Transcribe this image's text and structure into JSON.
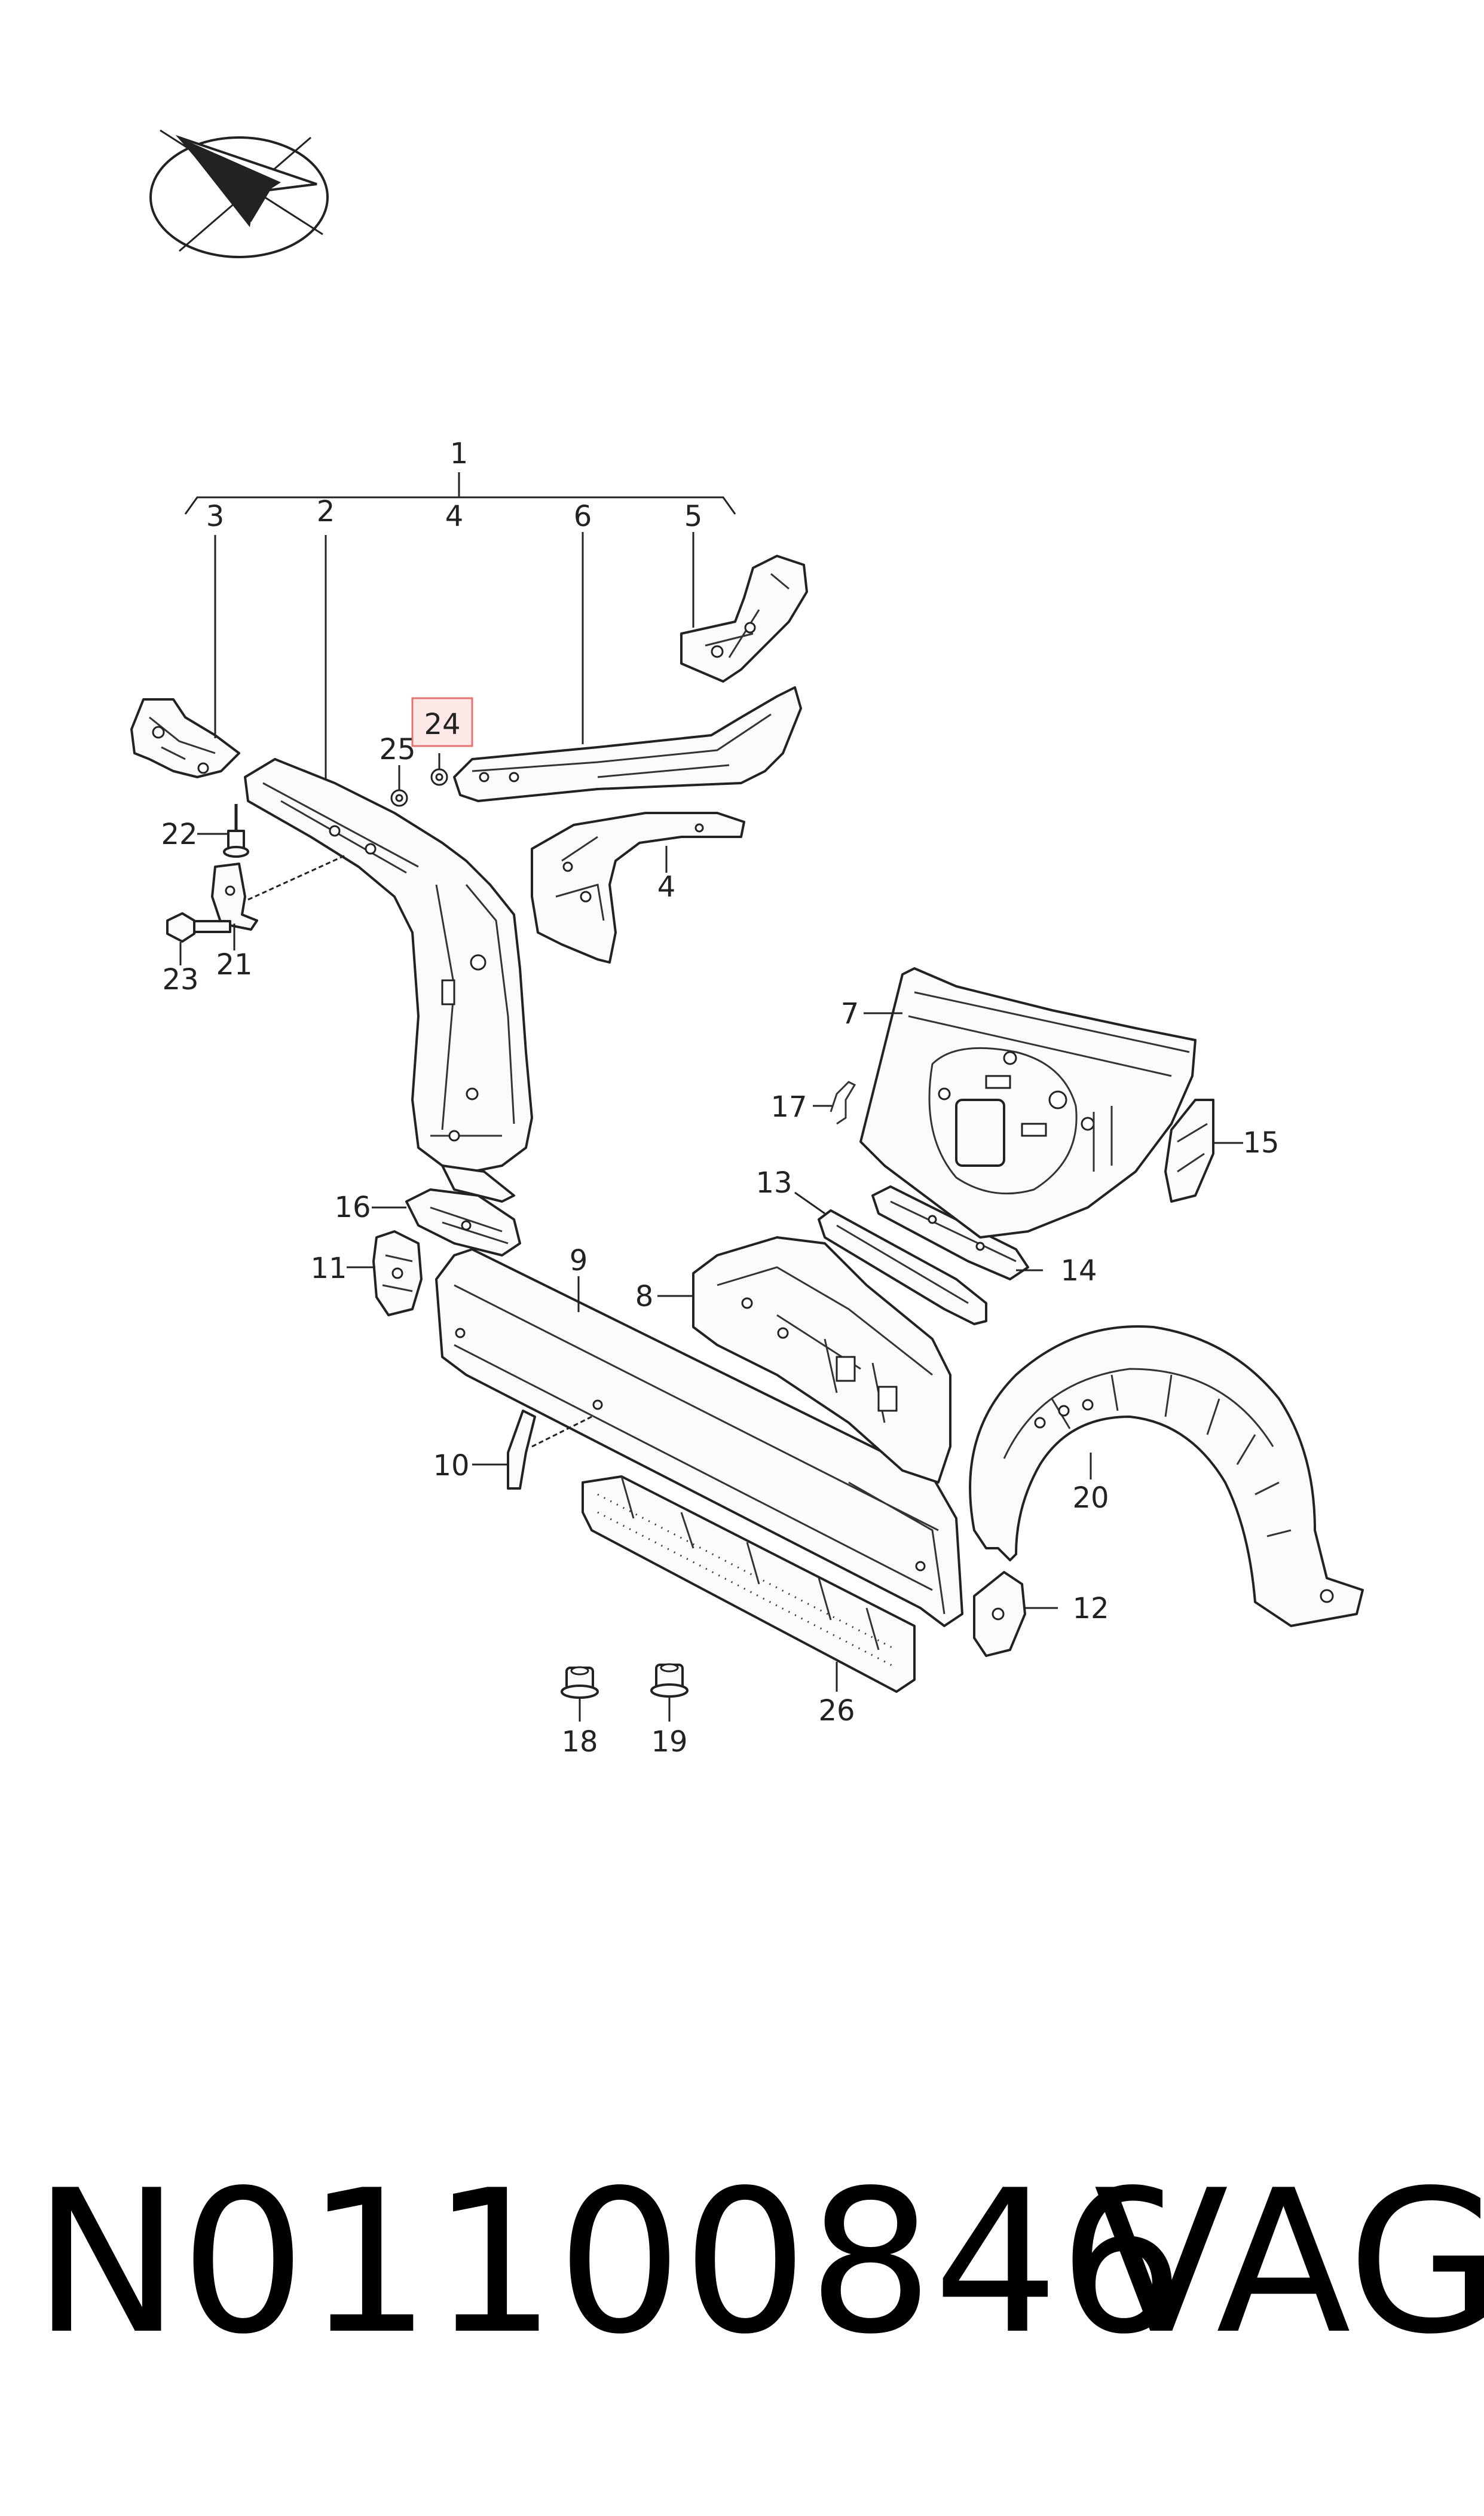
{
  "diagram": {
    "labels": {
      "l1": "1",
      "l2": "2",
      "l3": "3",
      "l4a": "4",
      "l4b": "4",
      "l5": "5",
      "l6": "6",
      "l7": "7",
      "l8": "8",
      "l9": "9",
      "l10": "10",
      "l11": "11",
      "l12": "12",
      "l13": "13",
      "l14": "14",
      "l15": "15",
      "l16": "16",
      "l17": "17",
      "l18": "18",
      "l19": "19",
      "l20": "20",
      "l21": "21",
      "l22": "22",
      "l23": "23",
      "l24": "24",
      "l25": "25",
      "l26": "26"
    },
    "highlighted_label": "24",
    "highlight_color": "#e57373",
    "highlight_fill": "#fde8e8"
  },
  "footer": {
    "part_number": "N01100846",
    "brand": "VAG"
  }
}
